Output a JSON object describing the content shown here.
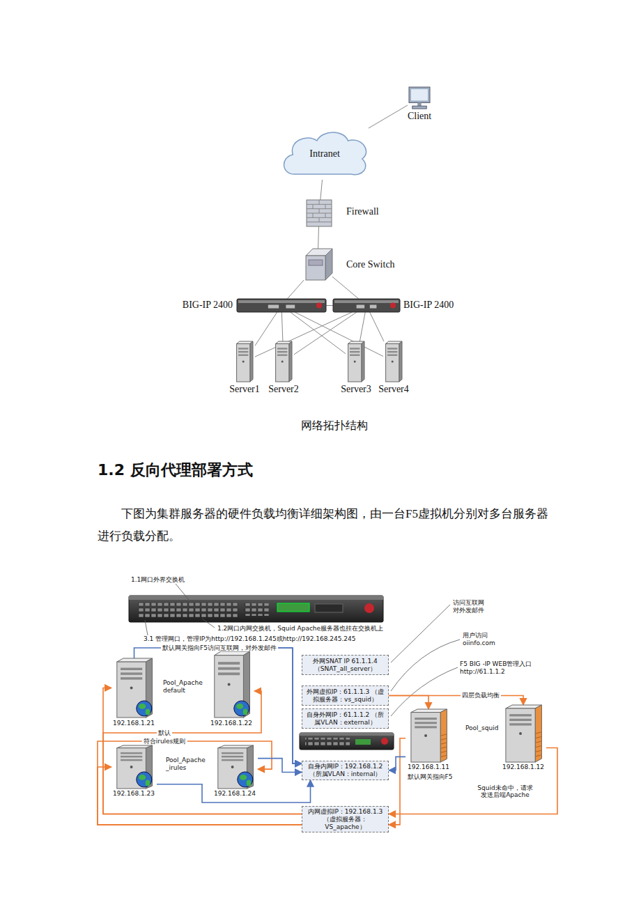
{
  "diagram": {
    "title": "1.2 反向代理部署方式",
    "caption": "网络拓扑结构",
    "nodes": [
      {
        "text": [
          "Client"
        ]
      },
      {
        "text": [
          "Intranet"
        ]
      },
      {
        "text": [
          "Firewall"
        ]
      },
      {
        "text": [
          "Core Switch"
        ]
      },
      {
        "text": [
          "BIG-IP 2400"
        ]
      },
      {
        "text": [
          "BIG-IP 2400"
        ]
      },
      {
        "text": [
          "Server1"
        ]
      },
      {
        "text": [
          "Server2"
        ]
      },
      {
        "text": [
          "Server3"
        ]
      },
      {
        "text": [
          "Server4"
        ]
      },
      {
        "text": [
          "外网SNAT IP 61.1.1.4 （SNAT_all_server）"
        ]
      },
      {
        "text": [
          "外网虚拟IP：61.1.1.3 （虚拟服务器：vs_squid）"
        ]
      },
      {
        "text": [
          "自身外网IP：61.1.1.2 （所属VLAN：external）"
        ]
      },
      {
        "text": [
          "192.168.1.21"
        ]
      },
      {
        "text": [
          "192.168.1.22"
        ]
      },
      {
        "text": [
          "192.168.1.11"
        ]
      },
      {
        "text": [
          "192.168.1.12"
        ]
      },
      {
        "text": [
          "192.168.1.23"
        ]
      },
      {
        "text": [
          "192.168.1.24"
        ]
      },
      {
        "text": [
          "自身内网IP：192.168.1.2 （所属VLAN：internal）"
        ]
      },
      {
        "text": [
          "内网虚拟IP：192.168.1.3 （虚拟服务器：VS_apache）"
        ]
      }
    ],
    "edges": [
      {
        "from": 0,
        "to": 1,
        "arrow": "none"
      },
      {
        "from": 1,
        "to": 2,
        "arrow": "none"
      },
      {
        "from": 2,
        "to": 3,
        "arrow": "none"
      },
      {
        "from": 3,
        "to": 4,
        "arrow": "none"
      },
      {
        "from": 3,
        "to": 5,
        "arrow": "none"
      },
      {
        "from": 4,
        "to": 5,
        "arrow": "none"
      },
      {
        "from": 4,
        "to": 6,
        "arrow": "none"
      },
      {
        "from": 4,
        "to": 7,
        "arrow": "none"
      },
      {
        "from": 4,
        "to": 8,
        "arrow": "none"
      },
      {
        "from": 4,
        "to": 9,
        "arrow": "none"
      },
      {
        "from": 5,
        "to": 6,
        "arrow": "none"
      },
      {
        "from": 5,
        "to": 7,
        "arrow": "none"
      },
      {
        "from": 5,
        "to": 8,
        "arrow": "none"
      },
      {
        "from": 5,
        "to": 9,
        "arrow": "none"
      },
      {
        "from": 11,
        "to": 15,
        "arrow": "to"
      },
      {
        "from": 11,
        "to": 16,
        "label": "四层负载均衡",
        "arrow": "to"
      },
      {
        "from": 15,
        "to": 20,
        "arrow": "to"
      },
      {
        "from": 16,
        "to": 20,
        "label": "Squid未命中，请求发送后端Apache",
        "arrow": "to"
      },
      {
        "from": 20,
        "to": 13,
        "arrow": "to"
      },
      {
        "from": 20,
        "to": 14,
        "label": "默认",
        "arrow": "to"
      },
      {
        "from": 20,
        "to": 17,
        "arrow": "to"
      },
      {
        "from": 20,
        "to": 18,
        "label": "符合irules规则",
        "arrow": "to"
      },
      {
        "from": 13,
        "to": 19,
        "label": "默认网关指向F5访问互联网，对外发邮件",
        "arrow": "to"
      },
      {
        "from": 14,
        "to": 19,
        "arrow": "to"
      },
      {
        "from": 17,
        "to": 19,
        "arrow": "to"
      },
      {
        "from": 18,
        "to": 19,
        "arrow": "to"
      },
      {
        "from": 15,
        "to": 19,
        "label": "默认网关指向F5",
        "arrow": "to"
      }
    ],
    "labels": [
      "下图为集群服务器的硬件负载均衡详细架构图，由一台F5虚拟机分别对多台服务器进行负载分配。",
      "1.1网口外界交换机",
      "1.2网口内网交换机，Squid Apache服务器也挂在交换机上",
      "3.1 管理网口，管理IP为http://192.168.1.245或http://192.168.245.245",
      "Pool_Apache default",
      "Pool_Apache _irules",
      "访问互联网 对外发邮件",
      "用户访问 oiinfo.com",
      "F5 BIG -IP WEB管理入口 http://61.1.1.2",
      "Pool_squid"
    ]
  }
}
